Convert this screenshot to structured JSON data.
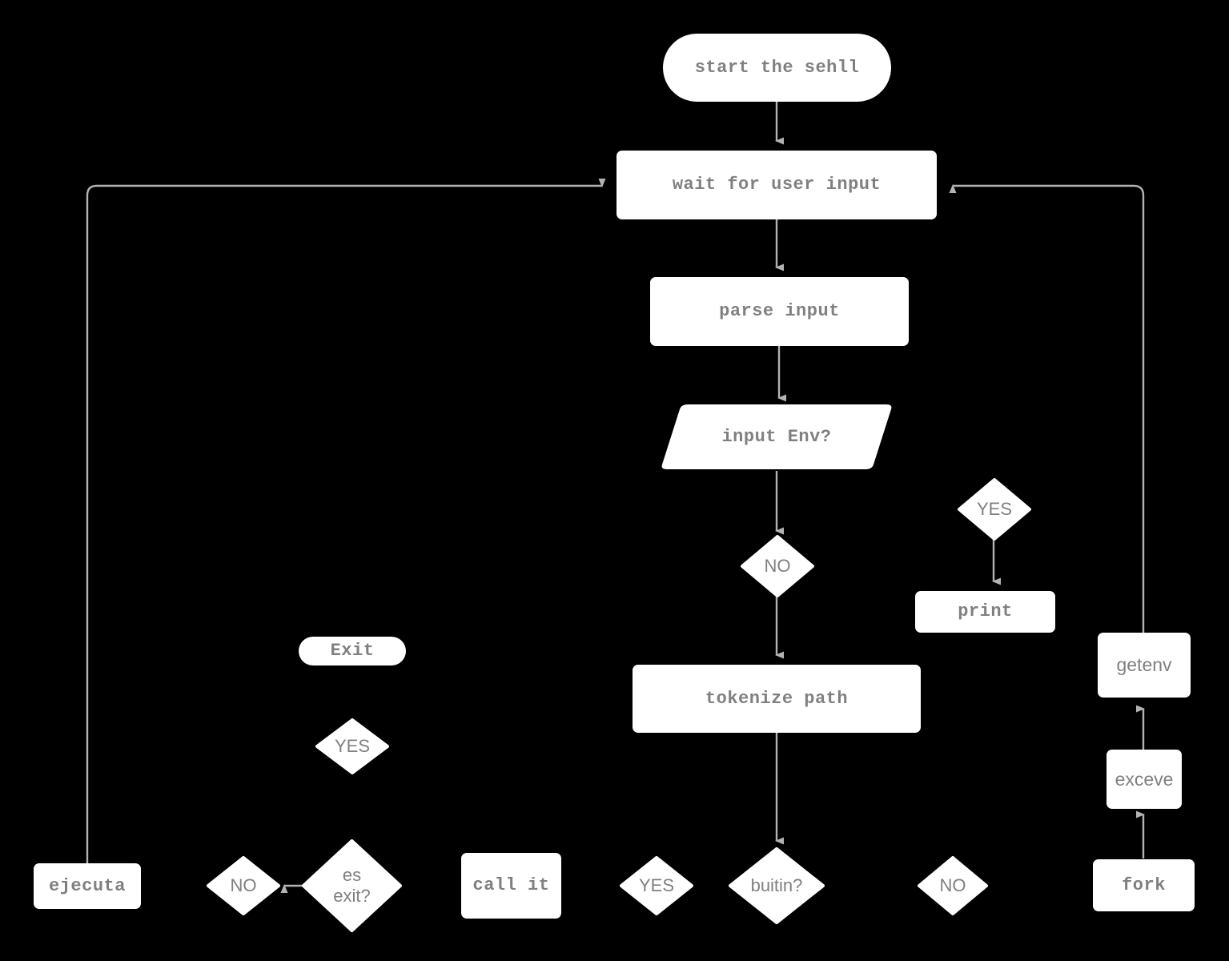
{
  "diagram": {
    "title": "shell flowchart",
    "background_color": "#000000",
    "node_fill": "#ffffff",
    "text_color": "#808080",
    "edge_color": "#b3b3b3"
  },
  "nodes": {
    "start_shell": {
      "label": "start the sehll",
      "shape": "terminal"
    },
    "wait_input": {
      "label": "wait for user input",
      "shape": "process"
    },
    "parse_input": {
      "label": "parse input",
      "shape": "process"
    },
    "input_env": {
      "label": "input Env?",
      "shape": "parallelogram"
    },
    "no_env": {
      "label": "NO",
      "shape": "decision"
    },
    "yes_env": {
      "label": "YES",
      "shape": "decision"
    },
    "print": {
      "label": "print",
      "shape": "process"
    },
    "getenv": {
      "label": "getenv",
      "shape": "process"
    },
    "exceve": {
      "label": "exceve",
      "shape": "process"
    },
    "fork": {
      "label": "fork",
      "shape": "process"
    },
    "tokenize_path": {
      "label": "tokenize path",
      "shape": "process"
    },
    "buitin": {
      "label": "buitin?",
      "shape": "decision"
    },
    "yes_buitin": {
      "label": "YES",
      "shape": "decision"
    },
    "no_buitin": {
      "label": "NO",
      "shape": "decision"
    },
    "call_it": {
      "label": "call it",
      "shape": "process"
    },
    "es_exit": {
      "label": "es\nexit?",
      "line1": "es",
      "line2": "exit?",
      "shape": "decision"
    },
    "no_exit": {
      "label": "NO",
      "shape": "decision"
    },
    "yes_exit": {
      "label": "YES",
      "shape": "decision"
    },
    "exit": {
      "label": "Exit",
      "shape": "terminal"
    },
    "ejecuta": {
      "label": "ejecuta",
      "shape": "process"
    }
  },
  "edges": [
    {
      "from": "start_shell",
      "to": "wait_input",
      "arrow": true
    },
    {
      "from": "wait_input",
      "to": "parse_input",
      "arrow": true
    },
    {
      "from": "parse_input",
      "to": "input_env",
      "arrow": true
    },
    {
      "from": "input_env",
      "to": "no_env",
      "arrow": true
    },
    {
      "from": "no_env",
      "to": "tokenize_path",
      "arrow": true
    },
    {
      "from": "yes_env",
      "to": "print",
      "arrow": true
    },
    {
      "from": "tokenize_path",
      "to": "buitin",
      "arrow": true
    },
    {
      "from": "fork",
      "to": "exceve",
      "arrow": true
    },
    {
      "from": "exceve",
      "to": "getenv",
      "arrow": true
    },
    {
      "from": "getenv",
      "to": "wait_input",
      "arrow": true
    },
    {
      "from": "es_exit",
      "to": "no_exit",
      "arrow": true
    },
    {
      "from": "ejecuta",
      "to": "wait_input",
      "arrow": true
    }
  ]
}
